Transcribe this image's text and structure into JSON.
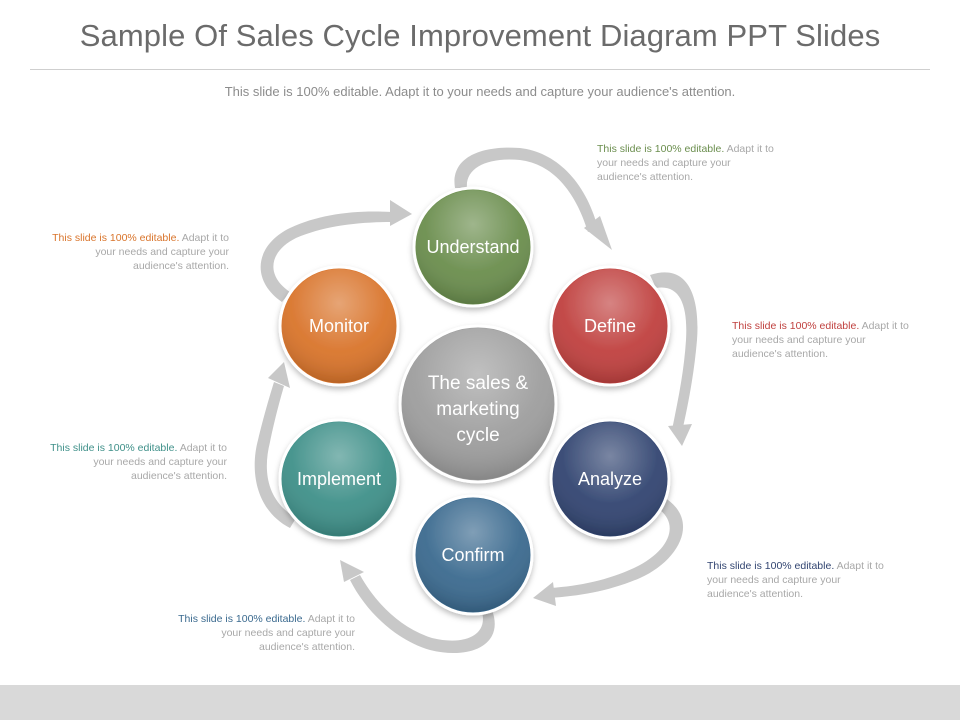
{
  "slide": {
    "title": "Sample Of Sales Cycle Improvement Diagram PPT Slides",
    "subtitle": "This slide is 100% editable. Adapt it to your needs and capture your audience's attention."
  },
  "diagram": {
    "center": {
      "lines": [
        "The sales &",
        "marketing",
        "cycle"
      ],
      "color": "#9e9e9e"
    },
    "steps": [
      {
        "label": "Understand",
        "color": "#6b8e4e"
      },
      {
        "label": "Define",
        "color": "#c0413f"
      },
      {
        "label": "Analyze",
        "color": "#324571"
      },
      {
        "label": "Confirm",
        "color": "#3b6a8f"
      },
      {
        "label": "Implement",
        "color": "#3f9089"
      },
      {
        "label": "Monitor",
        "color": "#d9742b"
      }
    ],
    "arrow_color": "#c8c8c8"
  },
  "notes": [
    {
      "lead": "This slide is 100% editable.",
      "rest": " Adapt it to your needs and capture your audience's attention.",
      "color": "#6b8e4e"
    },
    {
      "lead": "This slide is 100% editable.",
      "rest": " Adapt it to your needs and capture your audience's attention.",
      "color": "#c0413f"
    },
    {
      "lead": "This slide is 100% editable.",
      "rest": " Adapt it to your needs and capture your audience's attention.",
      "color": "#324571"
    },
    {
      "lead": "This slide is 100% editable.",
      "rest": " Adapt it to your needs and capture your audience's attention.",
      "color": "#3b6a8f"
    },
    {
      "lead": "This slide is 100% editable.",
      "rest": " Adapt it to your needs and capture your audience's attention.",
      "color": "#3f9089"
    },
    {
      "lead": "This slide is 100% editable.",
      "rest": " Adapt it to your needs and capture your audience's attention.",
      "color": "#d9742b"
    }
  ]
}
